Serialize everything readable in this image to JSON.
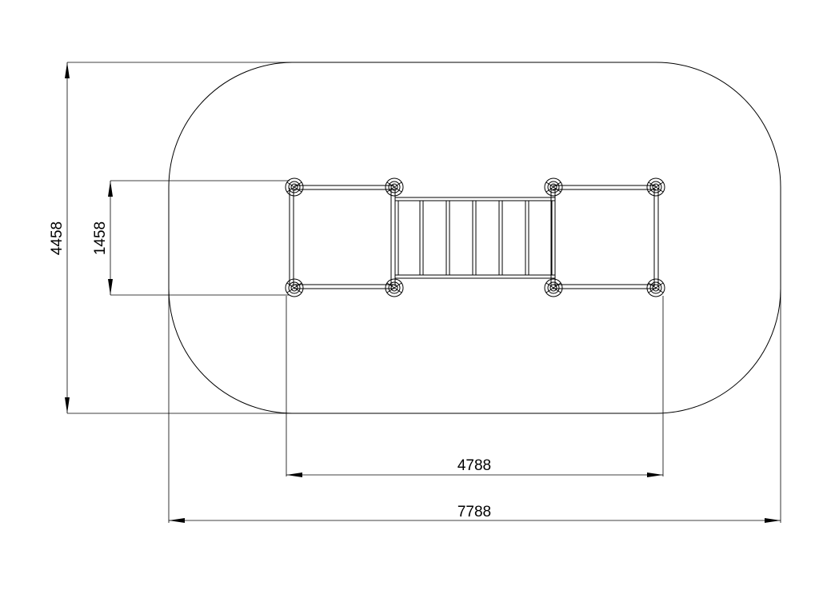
{
  "dimensions": {
    "overall_height": "4458",
    "structure_depth": "1458",
    "structure_length": "4788",
    "overall_length": "7788"
  },
  "colors": {
    "stroke": "#000000",
    "background": "#ffffff"
  }
}
